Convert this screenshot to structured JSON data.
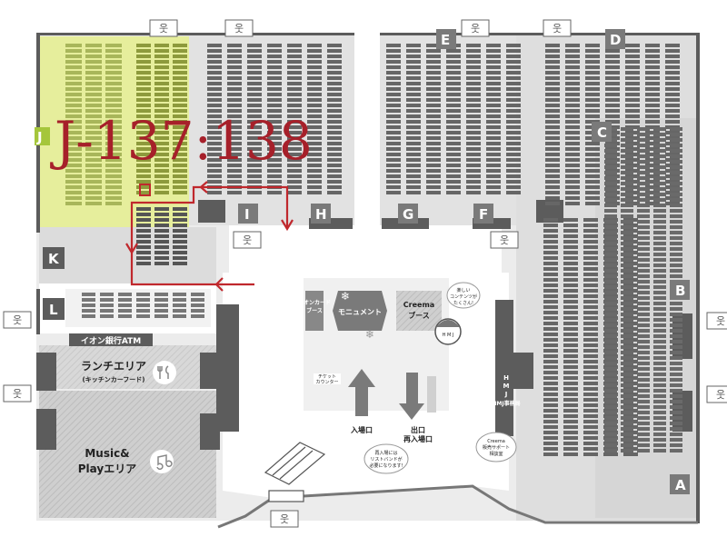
{
  "booth_number": "J-137:138",
  "zones": {
    "A": "A",
    "B": "B",
    "C": "C",
    "D": "D",
    "E": "E",
    "F": "F",
    "G": "G",
    "H": "H",
    "I": "I",
    "J": "J",
    "K": "K",
    "L": "L"
  },
  "labels": {
    "atm": "イオン銀行ATM",
    "lunch_title": "ランチエリア",
    "lunch_sub": "(キッチンカーフード)",
    "music_line1": "Music&",
    "music_line2": "Playエリア",
    "monument": "モニュメント",
    "creema_line1": "Creema",
    "creema_line2": "ブース",
    "aeon_card_line1": "イオンカード",
    "aeon_card_line2": "ブース",
    "ticket_line1": "チケット",
    "ticket_line2": "カウンター",
    "entrance": "入場口",
    "exit_line1": "出口",
    "exit_line2": "再入場口",
    "hmj_office": "HMJ事務局",
    "reentry_line1": "再入場には",
    "reentry_line2": "リストバンドが",
    "reentry_line3": "必要になります!",
    "creema_support_line1": "Creema",
    "creema_support_line2": "販売サポート",
    "creema_support_line3": "相談室",
    "bubble_line1": "楽しい",
    "bubble_line2": "コンテンツが",
    "bubble_line3": "たくさん!",
    "mascot": "H M J"
  },
  "colors": {
    "zone_j_highlight": "#e6ee9c",
    "zone_j_marker": "#a5c63b",
    "route": "#c0282d",
    "zone_badge": "#7a7a7a",
    "dark_wall": "#5c5c5c",
    "booth": "#555555",
    "floor": "#e4e4e4"
  },
  "icons": [
    "restroom-icon",
    "fork-knife-icon",
    "music-note-icon",
    "snowflake-icon",
    "escalator-icon"
  ]
}
